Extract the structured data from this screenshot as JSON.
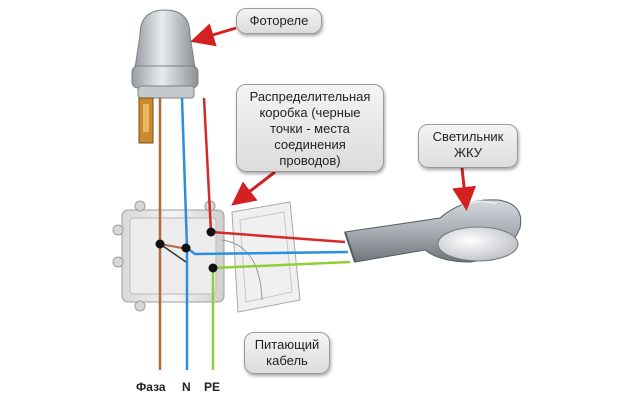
{
  "labels": {
    "photo_relay": "Фотореле",
    "junction_box": [
      "Распределительная",
      "коробка (черные",
      "точки - места",
      "соединения",
      "проводов)"
    ],
    "street_lamp": [
      "Светильник",
      "ЖКУ"
    ],
    "supply_cable": [
      "Питающий",
      "кабель"
    ]
  },
  "wires": {
    "phase": "Фаза",
    "neutral": "N",
    "pe": "PE"
  },
  "colors": {
    "phase_wire": "#b06a3a",
    "lamp_phase_wire": "#d42a2a",
    "neutral_wire": "#2a8fe0",
    "pe_wire": "#8fcf3a",
    "pointer_arrow": "#d42020",
    "callout_bg": "#e8e8e8"
  }
}
